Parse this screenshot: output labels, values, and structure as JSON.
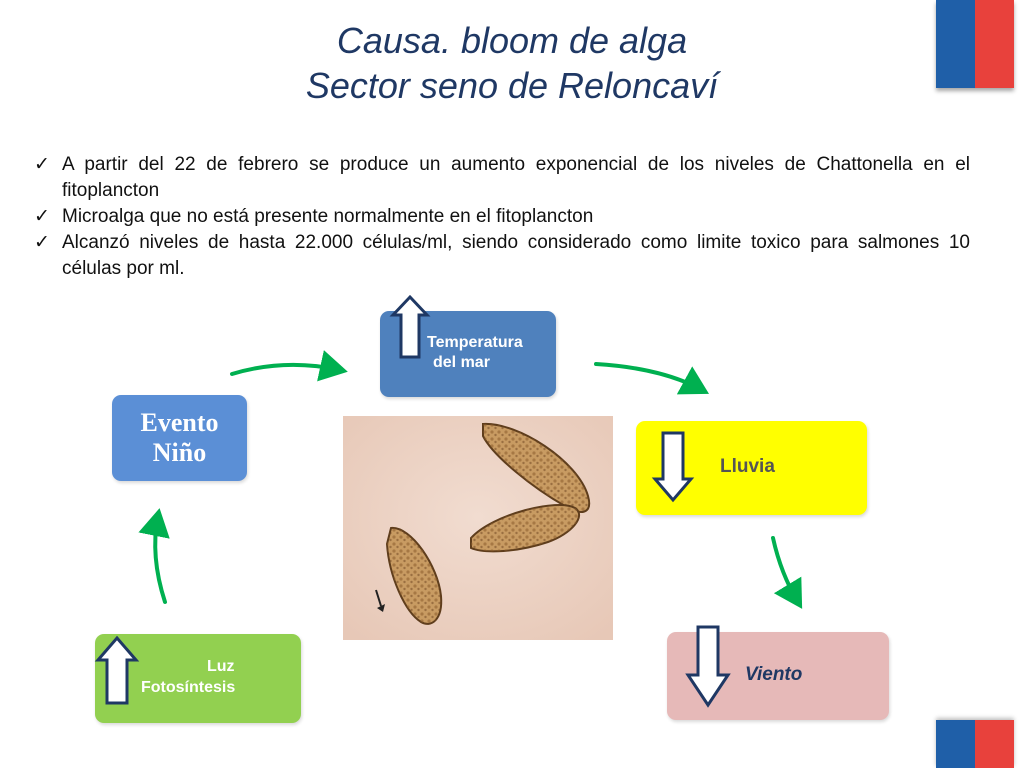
{
  "title": {
    "line1": "Causa. bloom de alga",
    "line2": "Sector seno de Reloncaví"
  },
  "bullets": [
    {
      "check": "✓",
      "text": "A partir del 22 de febrero se produce un aumento exponencial de los niveles de Chattonella en el fitoplancton"
    },
    {
      "check": "✓",
      "text": "Microalga que no está presente normalmente en el fitoplancton"
    },
    {
      "check": "✓",
      "text": "Alcanzó niveles de hasta 22.000 células/ml, siendo considerado como limite toxico para salmones 10 células por ml."
    }
  ],
  "diagram": {
    "evento": {
      "line1": "Evento",
      "line2": "Niño",
      "color": "#5b8fd6"
    },
    "temperatura": {
      "line1": "Temperatura",
      "line2": "del mar",
      "trend": "up",
      "color": "#4f81bd"
    },
    "lluvia": {
      "label": "Lluvia",
      "trend": "down",
      "color": "#ffff00"
    },
    "viento": {
      "label": "Viento",
      "trend": "down",
      "color": "#e6b9b8"
    },
    "luz": {
      "line1": "Luz",
      "line2": "Fotosíntesis",
      "trend": "up",
      "color": "#92d050"
    },
    "cycle_arrow_color": "#00b050",
    "photo_icon": "chattonella-microalgae-photo"
  },
  "colors": {
    "title": "#1f3864",
    "flag_blue": "#1f5fa8",
    "flag_red": "#e8413c"
  }
}
